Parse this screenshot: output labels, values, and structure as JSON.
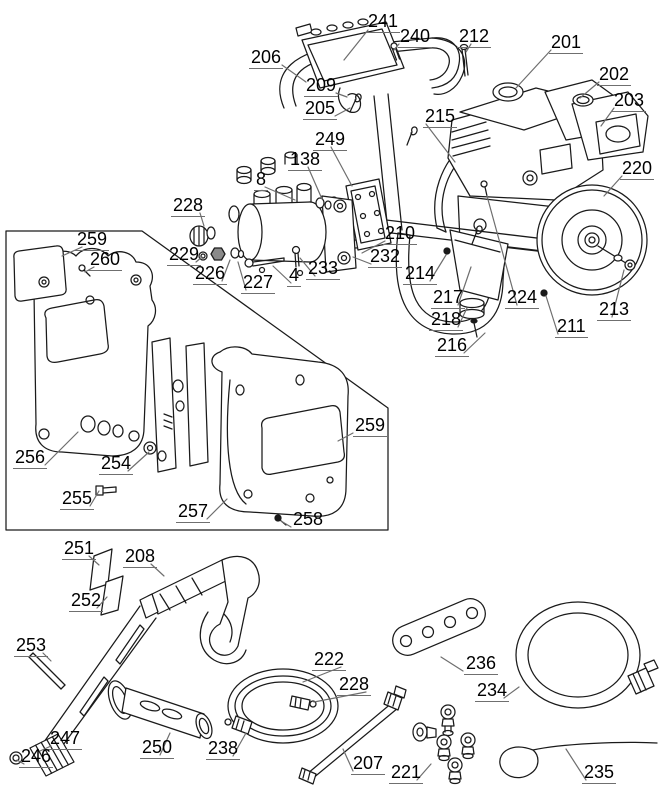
{
  "figure": {
    "colors": {
      "background": "#ffffff",
      "line": "#1a1a1a",
      "leader": "#6e6e6e"
    }
  },
  "labels": [
    {
      "text": "241"
    },
    {
      "text": "240"
    },
    {
      "text": "206"
    },
    {
      "text": "212"
    },
    {
      "text": "201"
    },
    {
      "text": "202"
    },
    {
      "text": "203"
    },
    {
      "text": "209"
    },
    {
      "text": "205"
    },
    {
      "text": "215"
    },
    {
      "text": "249"
    },
    {
      "text": "138"
    },
    {
      "text": "220"
    },
    {
      "text": "8"
    },
    {
      "text": "228"
    },
    {
      "text": "210"
    },
    {
      "text": "229"
    },
    {
      "text": "232"
    },
    {
      "text": "226"
    },
    {
      "text": "227"
    },
    {
      "text": "4"
    },
    {
      "text": "233"
    },
    {
      "text": "214"
    },
    {
      "text": "217"
    },
    {
      "text": "224"
    },
    {
      "text": "218"
    },
    {
      "text": "211"
    },
    {
      "text": "213"
    },
    {
      "text": "216"
    },
    {
      "text": "259"
    },
    {
      "text": "260"
    },
    {
      "text": "256"
    },
    {
      "text": "254"
    },
    {
      "text": "255"
    },
    {
      "text": "257"
    },
    {
      "text": "258"
    },
    {
      "text": "259"
    },
    {
      "text": "251"
    },
    {
      "text": "208"
    },
    {
      "text": "252"
    },
    {
      "text": "253"
    },
    {
      "text": "222"
    },
    {
      "text": "228"
    },
    {
      "text": "236"
    },
    {
      "text": "234"
    },
    {
      "text": "247"
    },
    {
      "text": "246"
    },
    {
      "text": "250"
    },
    {
      "text": "238"
    },
    {
      "text": "207"
    },
    {
      "text": "221"
    },
    {
      "text": "235"
    }
  ]
}
